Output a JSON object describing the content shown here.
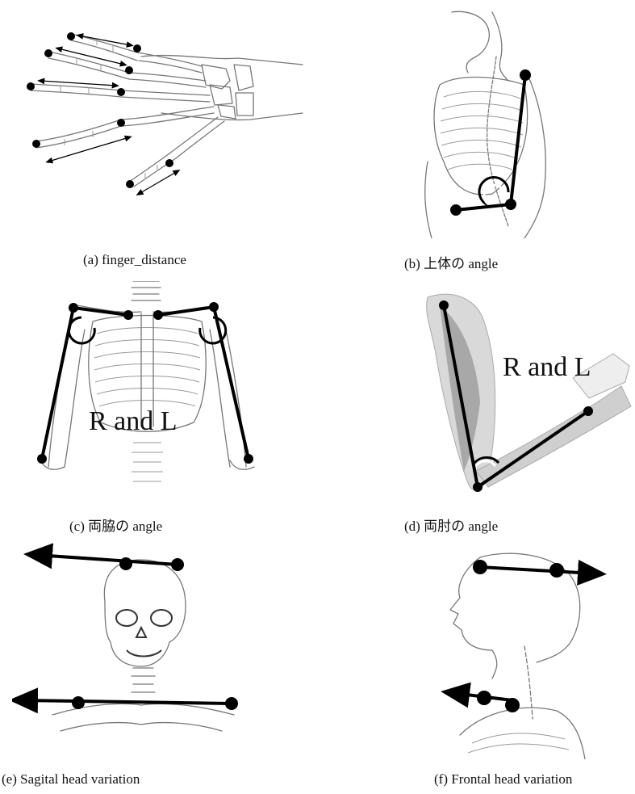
{
  "panels": {
    "a": {
      "caption": "(a) finger_distance"
    },
    "b": {
      "caption": "(b)  上体の angle"
    },
    "c": {
      "caption": "(c)  両脇の angle",
      "overlay_label": "R and L"
    },
    "d": {
      "caption": "(d)  両肘の angle",
      "overlay_label": "R and L"
    },
    "e": {
      "caption": "(e) Sagital  head  variation"
    },
    "f": {
      "caption": "(f) Frontal  head  variation"
    }
  },
  "icons": [
    "hand-skeleton-icon",
    "torso-side-skeleton-icon",
    "rib-cage-front-icon",
    "arm-muscle-icon",
    "skull-front-icon",
    "head-side-icon"
  ],
  "colors": {
    "marker": "#000000",
    "sketch": "#777777",
    "background": "#ffffff"
  }
}
